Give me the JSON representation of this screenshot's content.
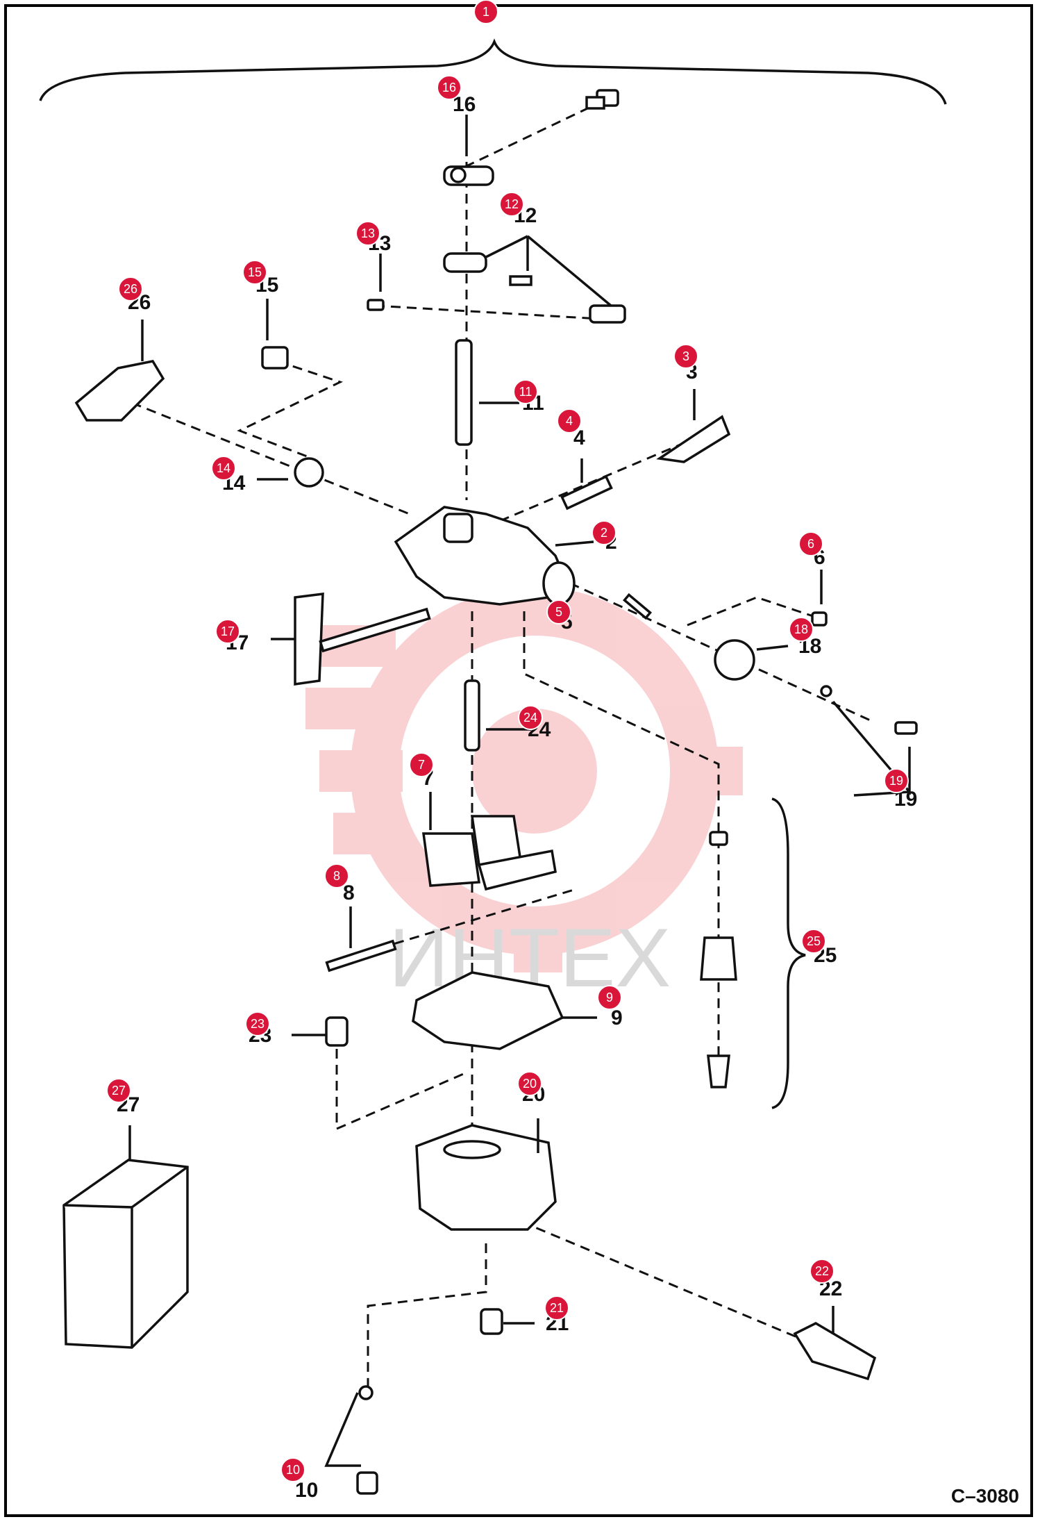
{
  "drawing_code": "C–3080",
  "watermark_text": "ИНТЕХ",
  "colors": {
    "badge": "#d9163a",
    "line": "#111111",
    "watermark": "#f6c9c9"
  },
  "callouts": [
    {
      "n": "1",
      "label": ""
    },
    {
      "n": "2",
      "label": "2"
    },
    {
      "n": "3",
      "label": "3"
    },
    {
      "n": "4",
      "label": "4"
    },
    {
      "n": "5",
      "label": "5"
    },
    {
      "n": "6",
      "label": "6"
    },
    {
      "n": "7",
      "label": "7"
    },
    {
      "n": "8",
      "label": "8"
    },
    {
      "n": "9",
      "label": "9"
    },
    {
      "n": "10",
      "label": "10"
    },
    {
      "n": "11",
      "label": "11"
    },
    {
      "n": "12",
      "label": "12"
    },
    {
      "n": "13",
      "label": "13"
    },
    {
      "n": "14",
      "label": "14"
    },
    {
      "n": "15",
      "label": "15"
    },
    {
      "n": "16",
      "label": "16"
    },
    {
      "n": "17",
      "label": "17"
    },
    {
      "n": "18",
      "label": "18"
    },
    {
      "n": "19",
      "label": "19"
    },
    {
      "n": "20",
      "label": "20"
    },
    {
      "n": "21",
      "label": "21"
    },
    {
      "n": "22",
      "label": "22"
    },
    {
      "n": "23",
      "label": "23"
    },
    {
      "n": "24",
      "label": "24"
    },
    {
      "n": "25",
      "label": "25"
    },
    {
      "n": "26",
      "label": "26"
    },
    {
      "n": "27",
      "label": "27"
    }
  ]
}
